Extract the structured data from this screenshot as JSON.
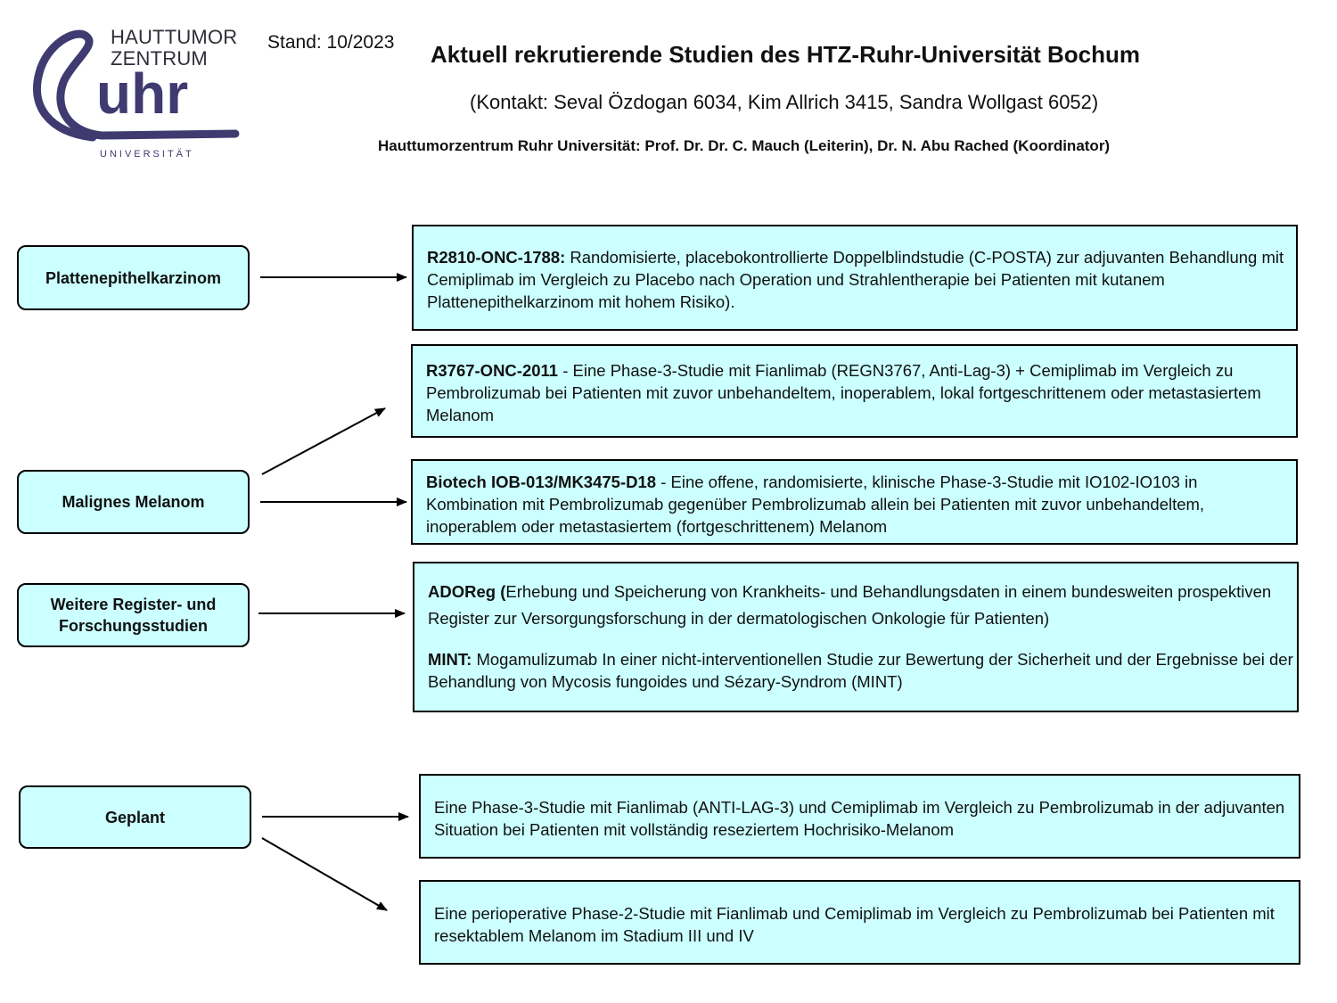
{
  "logo": {
    "line1": "HAUTTUMOR",
    "line2": "ZENTRUM",
    "wordmark": "uhr",
    "university": "UNIVERSITÄT",
    "color": "#3f3a70"
  },
  "header": {
    "stand": "Stand: 10/2023",
    "title": "Aktuell rekrutierende Studien des HTZ-Ruhr-Universität Bochum",
    "contact": "(Kontakt: Seval Özdogan 6034, Kim Allrich 3415, Sandra Wollgast 6052)",
    "center": "Hauttumorzentrum Ruhr Universität: Prof. Dr. Dr. C. Mauch (Leiterin), Dr. N. Abu Rached (Koordinator)"
  },
  "colors": {
    "box_fill": "#ccffff",
    "border": "#000000"
  },
  "categories": [
    {
      "label": "Plattenepithelkarzinom"
    },
    {
      "label": "Malignes Melanom"
    },
    {
      "label": "Weitere Register- und Forschungsstudien"
    },
    {
      "label": "Geplant"
    }
  ],
  "studies": [
    {
      "code": "R2810-ONC-1788:",
      "text": " Randomisierte, placebokontrollierte Doppelblindstudie (C-POSTA) zur adjuvanten Behandlung mit Cemiplimab im Vergleich zu Placebo nach Operation und Strahlentherapie bei Patienten mit kutanem Plattenepithelkarzinom mit hohem Risiko)."
    },
    {
      "code": "R3767-ONC-2011",
      "text": " - Eine Phase-3-Studie mit Fianlimab (REGN3767, Anti-Lag-3) + Cemiplimab im Vergleich zu Pembrolizumab bei Patienten mit zuvor unbehandeltem, inoperablem, lokal fortgeschrittenem oder metastasiertem Melanom"
    },
    {
      "code": "Biotech IOB-013/MK3475-D18",
      "text": " - Eine offene, randomisierte, klinische Phase-3-Studie mit IO102-IO103 in Kombination mit Pembrolizumab gegenüber Pembrolizumab allein bei Patienten mit zuvor unbehandeltem, inoperablem oder metastasiertem (fortgeschrittenem) Melanom"
    },
    {
      "code": "ADOReg (",
      "text": "Erhebung und Speicherung von Krankheits- und Behandlungsdaten in einem bundesweiten prospektiven Register zur Versorgungsforschung in der dermatologischen Onkologie für Patienten)",
      "code2": "MINT:",
      "text2": " Mogamulizumab In einer nicht-interventionellen Studie zur Bewertung der Sicherheit und der Ergebnisse bei der Behandlung von Mycosis fungoides und Sézary-Syndrom (MINT)"
    },
    {
      "text": "Eine Phase-3-Studie mit Fianlimab (ANTI-LAG-3) und Cemiplimab im Vergleich zu Pembrolizumab in der adjuvanten Situation bei Patienten mit vollständig reseziertem Hochrisiko-Melanom"
    },
    {
      "text": "Eine perioperative Phase-2-Studie mit Fianlimab und Cemiplimab im Vergleich zu Pembrolizumab bei Patienten mit resektablem Melanom im Stadium III und IV"
    }
  ]
}
